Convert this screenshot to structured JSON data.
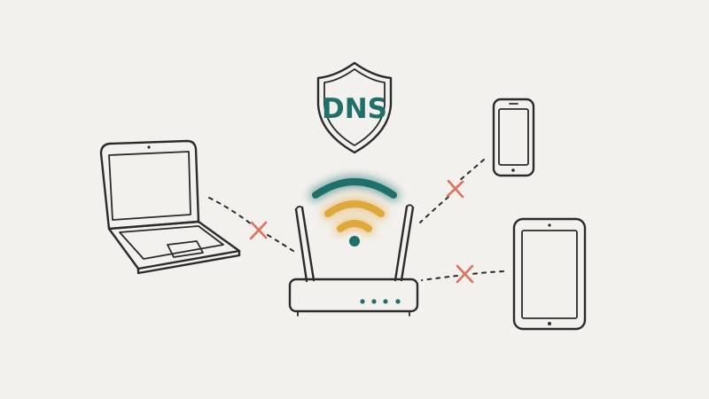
{
  "shield": {
    "label": "DNS"
  },
  "devices": [
    {
      "name": "laptop",
      "connected": false
    },
    {
      "name": "phone",
      "connected": false
    },
    {
      "name": "tablet",
      "connected": false
    }
  ],
  "hub": {
    "name": "router",
    "status_leds": 4
  },
  "icons": {
    "shield": "shield-icon",
    "wifi": "wifi-icon",
    "blocked": "x-mark-icon"
  },
  "colors": {
    "background": "#f3f1ee",
    "ink": "#2b2b2b",
    "teal": "#1f6f6a",
    "gold": "#e0a83a",
    "blocked_x": "#e0705f",
    "screen": "#fafafa"
  }
}
